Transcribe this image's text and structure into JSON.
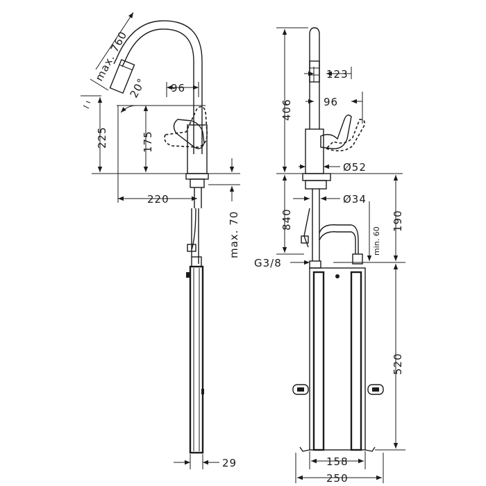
{
  "diagram": {
    "side_view": {
      "max_760": "max. 760",
      "angle_20": "20°",
      "dim_96": "96",
      "dim_225": "225",
      "dim_175": "175",
      "dim_220": "220",
      "max_70": "max. 70",
      "dim_29": "29"
    },
    "front_view": {
      "dim_406": "406",
      "dim_123": "123",
      "dim_96": "96",
      "dia_52": "Ø52",
      "dia_34": "Ø34",
      "dim_840": "840",
      "dim_190": "190",
      "min_60": "min. 60",
      "thread": "G3/8",
      "dim_520": "520",
      "dim_158": "158",
      "dim_250": "250"
    }
  }
}
